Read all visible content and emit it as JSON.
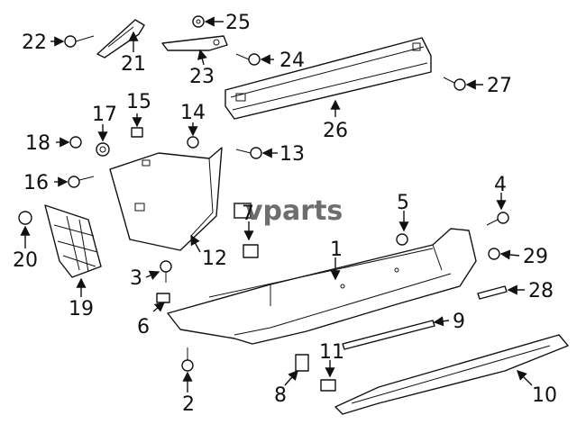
{
  "watermark": "vparts",
  "callouts": {
    "c1": "1",
    "c2": "2",
    "c3": "3",
    "c4": "4",
    "c5": "5",
    "c6": "6",
    "c7": "7",
    "c8": "8",
    "c9": "9",
    "c10": "10",
    "c11": "11",
    "c12": "12",
    "c13": "13",
    "c14": "14",
    "c15": "15",
    "c16": "16",
    "c17": "17",
    "c18": "18",
    "c19": "19",
    "c20": "20",
    "c21": "21",
    "c22": "22",
    "c23": "23",
    "c24": "24",
    "c25": "25",
    "c26": "26",
    "c27": "27",
    "c28": "28",
    "c29": "29"
  }
}
